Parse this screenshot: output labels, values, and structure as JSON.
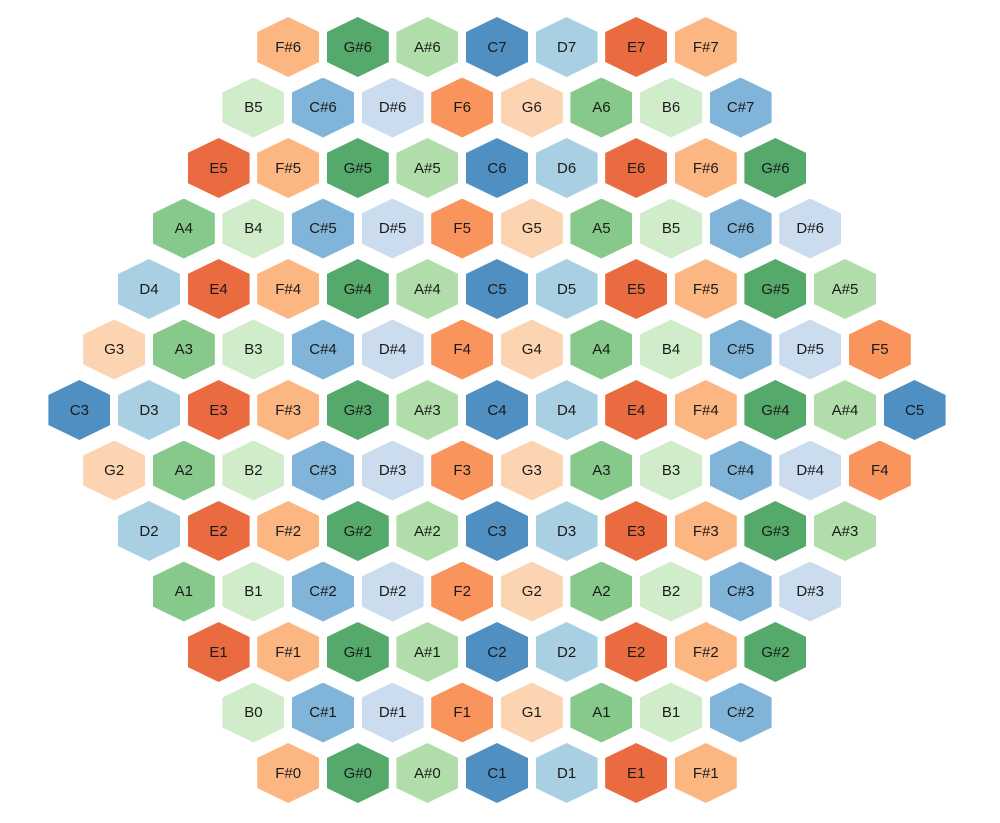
{
  "pitch_colors": {
    "C": "#4f8fc2",
    "C#": "#80b5d9",
    "D": "#a9cfe3",
    "D#": "#cbdcef",
    "E": "#e96b3f",
    "F": "#f9945c",
    "F#": "#fbb681",
    "G": "#fcd4b1",
    "G#": "#55a96a",
    "A": "#87c88b",
    "A#": "#b0dda9",
    "B": "#d0ecca"
  },
  "rows": [
    [
      "F#6",
      "G#6",
      "A#6",
      "C7",
      "D7",
      "E7",
      "F#7"
    ],
    [
      "B5",
      "C#6",
      "D#6",
      "F6",
      "G6",
      "A6",
      "B6",
      "C#7"
    ],
    [
      "E5",
      "F#5",
      "G#5",
      "A#5",
      "C6",
      "D6",
      "E6",
      "F#6",
      "G#6"
    ],
    [
      "A4",
      "B4",
      "C#5",
      "D#5",
      "F5",
      "G5",
      "A5",
      "B5",
      "C#6",
      "D#6"
    ],
    [
      "D4",
      "E4",
      "F#4",
      "G#4",
      "A#4",
      "C5",
      "D5",
      "E5",
      "F#5",
      "G#5",
      "A#5"
    ],
    [
      "G3",
      "A3",
      "B3",
      "C#4",
      "D#4",
      "F4",
      "G4",
      "A4",
      "B4",
      "C#5",
      "D#5",
      "F5"
    ],
    [
      "C3",
      "D3",
      "E3",
      "F#3",
      "G#3",
      "A#3",
      "C4",
      "D4",
      "E4",
      "F#4",
      "G#4",
      "A#4",
      "C5"
    ],
    [
      "G2",
      "A2",
      "B2",
      "C#3",
      "D#3",
      "F3",
      "G3",
      "A3",
      "B3",
      "C#4",
      "D#4",
      "F4"
    ],
    [
      "D2",
      "E2",
      "F#2",
      "G#2",
      "A#2",
      "C3",
      "D3",
      "E3",
      "F#3",
      "G#3",
      "A#3"
    ],
    [
      "A1",
      "B1",
      "C#2",
      "D#2",
      "F2",
      "G2",
      "A2",
      "B2",
      "C#3",
      "D#3"
    ],
    [
      "E1",
      "F#1",
      "G#1",
      "A#1",
      "C2",
      "D2",
      "E2",
      "F#2",
      "G#2"
    ],
    [
      "B0",
      "C#1",
      "D#1",
      "F1",
      "G1",
      "A1",
      "B1",
      "C#2"
    ],
    [
      "F#0",
      "G#0",
      "A#0",
      "C1",
      "D1",
      "E1",
      "F#1"
    ]
  ]
}
